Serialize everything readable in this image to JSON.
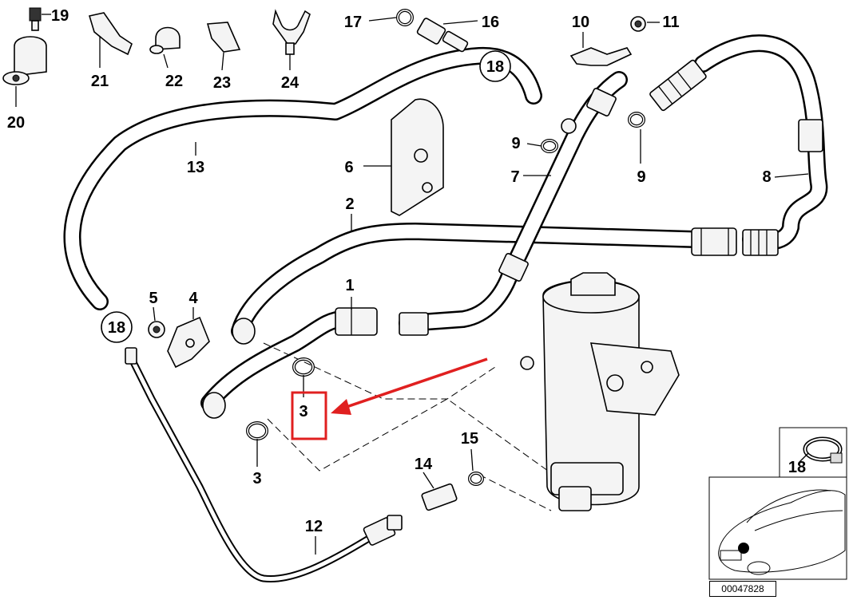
{
  "diagram_code": "00047828",
  "labels": {
    "p1": "1",
    "p2": "2",
    "p3a": "3",
    "p3b": "3",
    "p4": "4",
    "p5": "5",
    "p6": "6",
    "p7": "7",
    "p8": "8",
    "p9a": "9",
    "p9b": "9",
    "p10": "10",
    "p11": "11",
    "p12": "12",
    "p13": "13",
    "p14": "14",
    "p15": "15",
    "p16": "16",
    "p17": "17",
    "p18a": "18",
    "p18b": "18",
    "p18c": "18",
    "p19": "19",
    "p20": "20",
    "p21": "21",
    "p22": "22",
    "p23": "23",
    "p24": "24"
  },
  "highlight": {
    "color": "#e02020",
    "part": "3"
  }
}
